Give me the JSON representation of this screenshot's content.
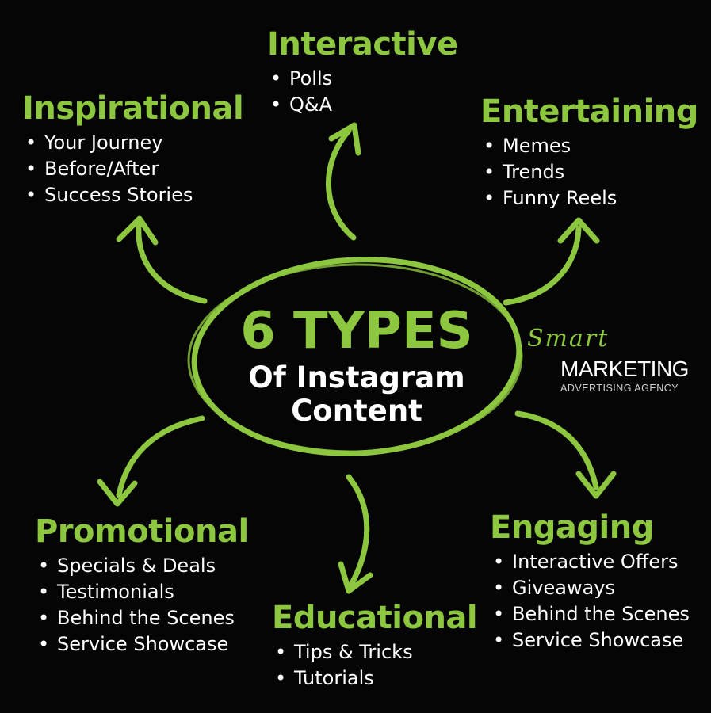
{
  "center": {
    "title": "6 TYPES",
    "line1": "Of Instagram",
    "line2": "Content"
  },
  "logo": {
    "script": "Smart",
    "word": "MARKETING",
    "tagline": "ADVERTISING AGENCY"
  },
  "types": {
    "interactive": {
      "title": "Interactive",
      "items": [
        "Polls",
        "Q&A"
      ]
    },
    "inspirational": {
      "title": "Inspirational",
      "items": [
        "Your Journey",
        "Before/After",
        "Success Stories"
      ]
    },
    "entertaining": {
      "title": "Entertaining",
      "items": [
        "Memes",
        "Trends",
        "Funny Reels"
      ]
    },
    "promotional": {
      "title": "Promotional",
      "items": [
        "Specials & Deals",
        "Testimonials",
        "Behind the Scenes",
        "Service Showcase"
      ]
    },
    "educational": {
      "title": "Educational",
      "items": [
        "Tips & Tricks",
        "Tutorials"
      ]
    },
    "engaging": {
      "title": "Engaging",
      "items": [
        "Interactive Offers",
        "Giveaways",
        "Behind the Scenes",
        "Service Showcase"
      ]
    }
  },
  "colors": {
    "accent": "#8dc63f",
    "text": "#ffffff",
    "background": "#050505"
  }
}
